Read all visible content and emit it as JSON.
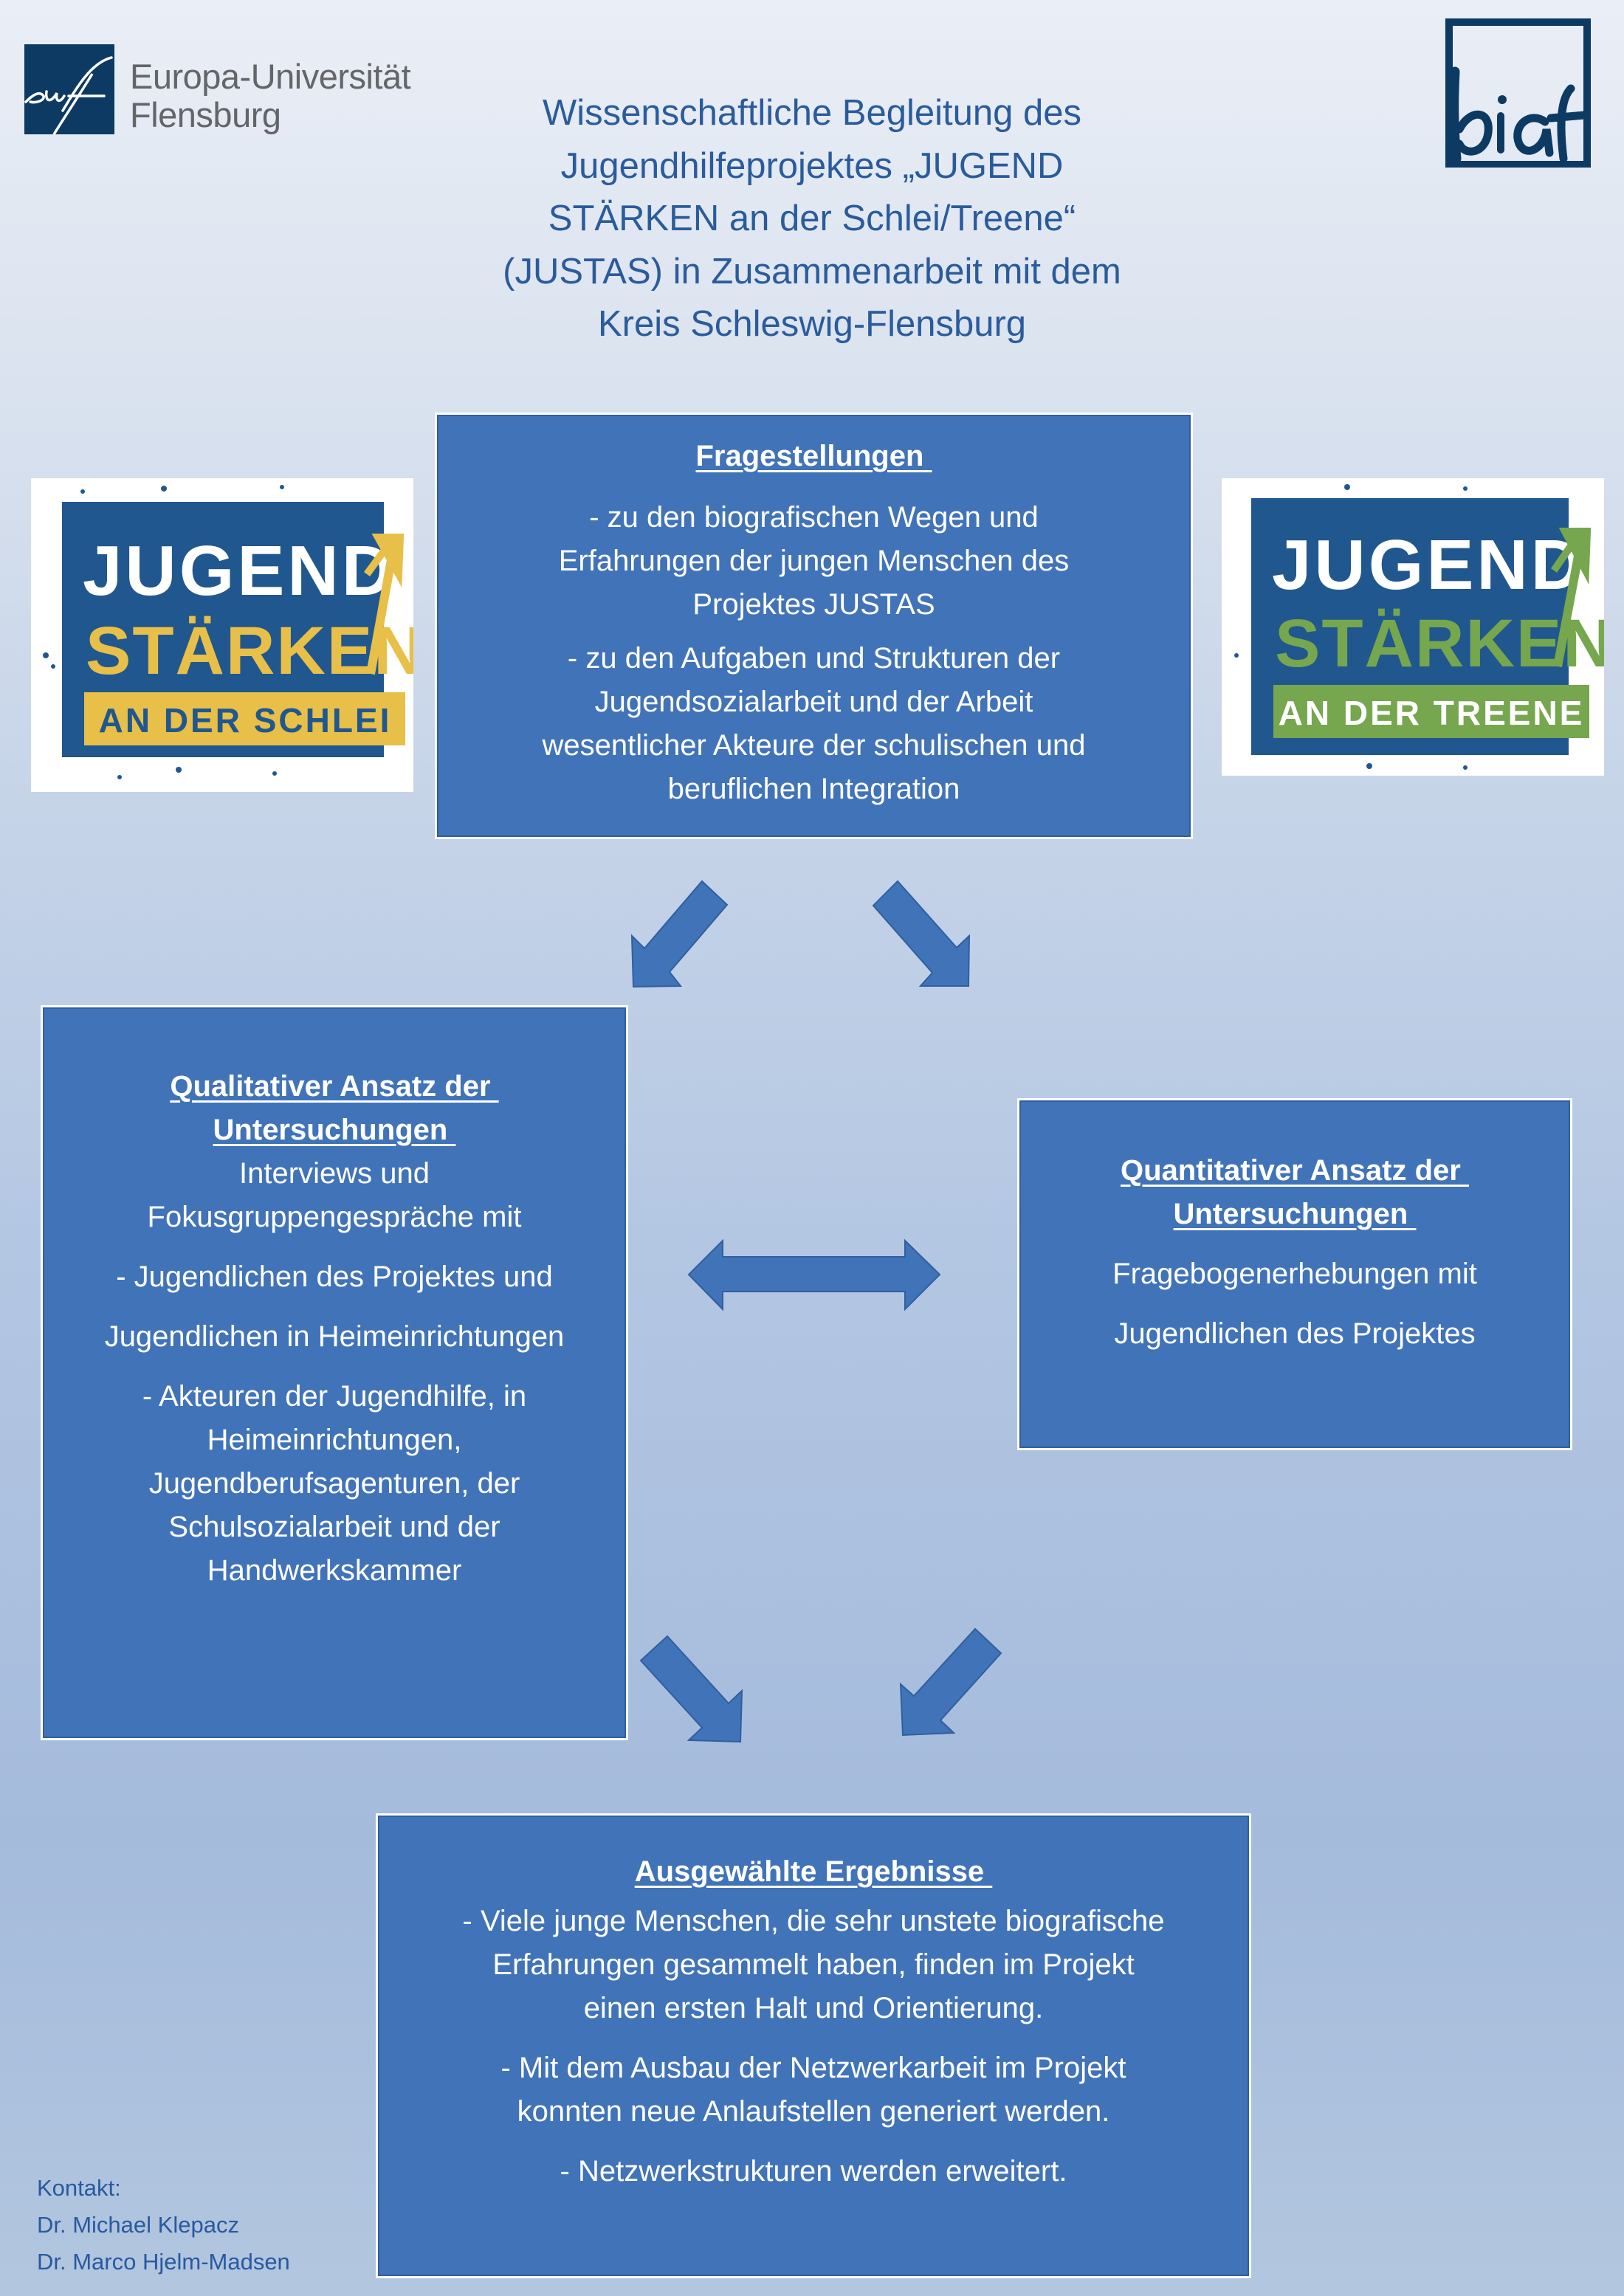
{
  "header": {
    "university_logo": {
      "monogram": "euf",
      "name_line1": "Europa-Universität",
      "name_line2": "Flensburg",
      "color": "#0c3a63"
    },
    "partner_logo": {
      "text": "biat",
      "color": "#0c3a63"
    },
    "title_lines": [
      "Wissenschaftliche Begleitung des",
      "Jugendhilfeprojektes „JUGEND",
      "STÄRKEN an der Schlei/Treene“",
      "(JUSTAS) in Zusammenarbeit mit dem",
      "Kreis Schleswig-Flensburg"
    ]
  },
  "project_logos": {
    "left": {
      "line1": "JUGEND",
      "line2": "STÄRKEN",
      "banner": "AN DER SCHLEI",
      "accent": "#e8bf48"
    },
    "right": {
      "line1": "JUGEND",
      "line2": "STÄRKEN",
      "banner": "AN DER TREENE",
      "accent": "#76a64e"
    },
    "base_color": "#21578f"
  },
  "boxes": {
    "fragestellungen": {
      "heading": "Fragestellungen ",
      "paragraphs": [
        [
          "- zu den biografischen Wegen und",
          "Erfahrungen der jungen Menschen des",
          "Projektes JUSTAS"
        ],
        [
          "- zu den Aufgaben und Strukturen der",
          "Jugendsozialarbeit und der Arbeit",
          "wesentlicher Akteure der schulischen und",
          "beruflichen Integration"
        ]
      ]
    },
    "qualitativ": {
      "heading_lines": [
        "Qualitativer Ansatz der ",
        "Untersuchungen "
      ],
      "intro_lines": [
        "Interviews und",
        "Fokusgruppengespräche mit"
      ],
      "item1_lines": [
        "- Jugendlichen des Projektes und"
      ],
      "item2_lines": [
        "Jugendlichen in Heimeinrichtungen"
      ],
      "item3_lines": [
        "- Akteuren der Jugendhilfe, in",
        "Heimeinrichtungen,",
        "Jugendberufsagenturen, der",
        "Schulsozialarbeit und der",
        "Handwerkskammer"
      ]
    },
    "quantitativ": {
      "heading_lines": [
        "Quantitativer Ansatz der ",
        "Untersuchungen "
      ],
      "line1": "Fragebogenerhebungen mit",
      "line2": "Jugendlichen des Projektes"
    },
    "ergebnisse": {
      "heading": "Ausgewählte Ergebnisse ",
      "paragraphs": [
        [
          "- Viele junge Menschen, die sehr unstete biografische",
          "Erfahrungen gesammelt haben, finden im Projekt",
          "einen ersten Halt und Orientierung."
        ],
        [
          "- Mit dem Ausbau der Netzwerkarbeit im Projekt",
          "konnten neue Anlaufstellen generiert werden."
        ],
        [
          "- Netzwerkstrukturen werden erweitert."
        ]
      ]
    }
  },
  "arrows": {
    "color": "#4173b8",
    "stroke": "#2f5f9f",
    "items": [
      {
        "name": "arrow-frage-to-qual",
        "direction": "down-left"
      },
      {
        "name": "arrow-frage-to-quant",
        "direction": "down-right"
      },
      {
        "name": "arrow-qual-quant",
        "direction": "bidirectional-horizontal"
      },
      {
        "name": "arrow-qual-to-ergebnisse",
        "direction": "down-right"
      },
      {
        "name": "arrow-quant-to-ergebnisse",
        "direction": "down-left"
      }
    ]
  },
  "contact": {
    "label": "Kontakt:",
    "names": [
      "Dr. Michael Klepacz",
      "Dr. Marco Hjelm-Madsen"
    ]
  }
}
